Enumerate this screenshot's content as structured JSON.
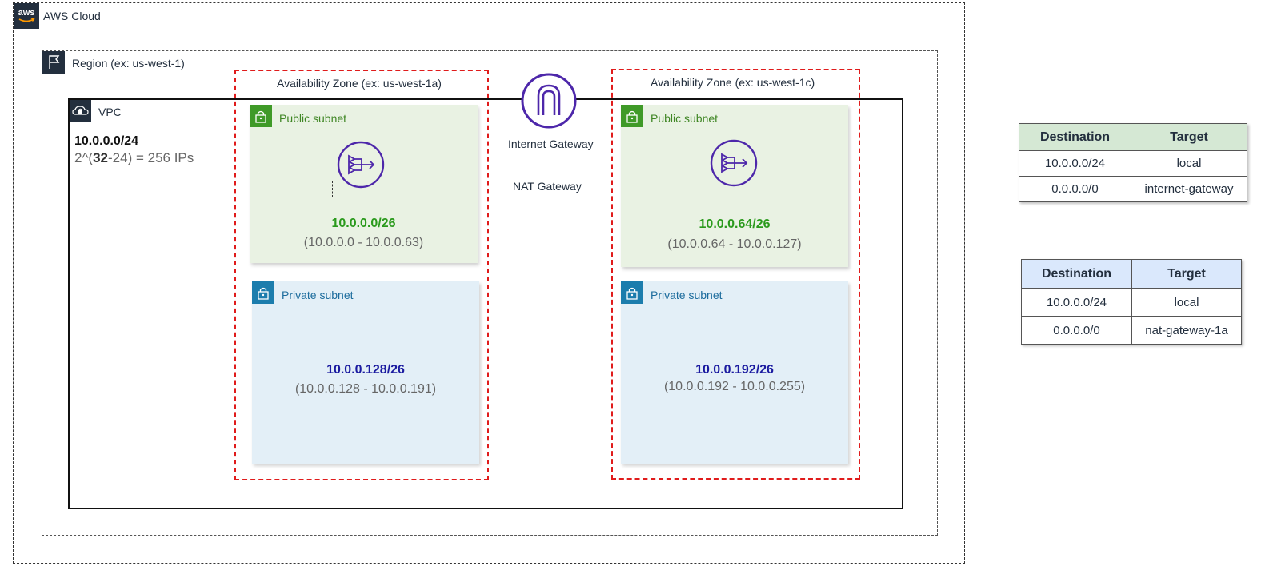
{
  "aws_cloud": {
    "label": "AWS Cloud",
    "logo_text": "aws",
    "icon": "aws-logo-icon"
  },
  "region": {
    "label": "Region (ex: us-west-1)",
    "icon": "flag-icon"
  },
  "vpc": {
    "label": "VPC",
    "icon": "cloud-lock-icon",
    "cidr": "10.0.0.0/24",
    "ips_prefix": "2^(",
    "ips_bold": "32",
    "ips_suffix": "-24) = 256 IPs"
  },
  "availability_zones": [
    {
      "label": "Availability Zone (ex: us-west-1a)"
    },
    {
      "label": "Availability Zone (ex: us-west-1c)"
    }
  ],
  "internet_gateway": {
    "label": "Internet Gateway",
    "icon": "internet-gateway-icon"
  },
  "nat_gateway": {
    "label": "NAT Gateway",
    "icon": "nat-gateway-icon"
  },
  "subnets": {
    "public_a": {
      "label": "Public subnet",
      "cidr": "10.0.0.0/26",
      "range": "(10.0.0.0 - 10.0.0.63)"
    },
    "public_c": {
      "label": "Public subnet",
      "cidr": "10.0.0.64/26",
      "range": "(10.0.0.64 - 10.0.0.127)"
    },
    "private_a": {
      "label": "Private subnet",
      "cidr": "10.0.0.128/26",
      "range": "(10.0.0.128 - 10.0.0.191)"
    },
    "private_c": {
      "label": "Private subnet",
      "cidr": "10.0.0.192/26",
      "range": "(10.0.0.192 - 10.0.0.255)"
    }
  },
  "route_tables": {
    "public": {
      "headers": [
        "Destination",
        "Target"
      ],
      "rows": [
        [
          "10.0.0.0/24",
          "local"
        ],
        [
          "0.0.0.0/0",
          "internet-gateway"
        ]
      ],
      "header_color": "#d5e8d4"
    },
    "private": {
      "headers": [
        "Destination",
        "Target"
      ],
      "rows": [
        [
          "10.0.0.0/24",
          "local"
        ],
        [
          "0.0.0.0/0",
          "nat-gateway-1a"
        ]
      ],
      "header_color": "#dae8fc"
    }
  },
  "colors": {
    "az_border": "#e01b1b",
    "public_subnet_bg": "#e9f2e3",
    "private_subnet_bg": "#e3eff7",
    "public_cidr": "#2a9a1c",
    "private_cidr": "#1a1aa0",
    "gateway_icon": "#4d27aa"
  }
}
